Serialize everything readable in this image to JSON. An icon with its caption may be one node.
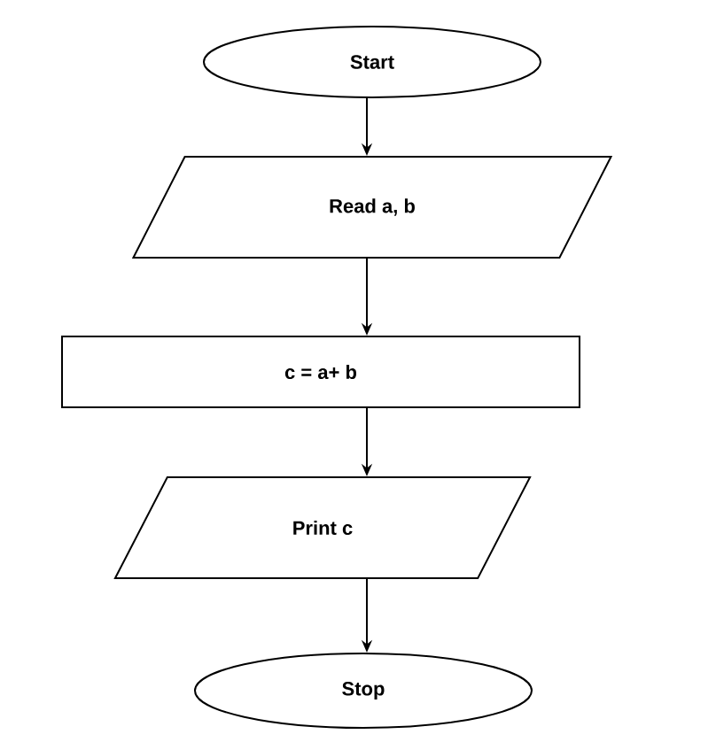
{
  "diagram": {
    "nodes": [
      {
        "text": [
          "Start"
        ]
      },
      {
        "text": [
          "Read a, b"
        ]
      },
      {
        "text": [
          "c = a+ b"
        ]
      },
      {
        "text": [
          "Print c"
        ]
      },
      {
        "text": [
          "Stop"
        ]
      }
    ],
    "edges": [
      {
        "from": 0,
        "to": 1,
        "arrow": "to"
      },
      {
        "from": 1,
        "to": 2,
        "arrow": "to"
      },
      {
        "from": 2,
        "to": 3,
        "arrow": "to"
      },
      {
        "from": 3,
        "to": 4,
        "arrow": "to"
      }
    ]
  }
}
